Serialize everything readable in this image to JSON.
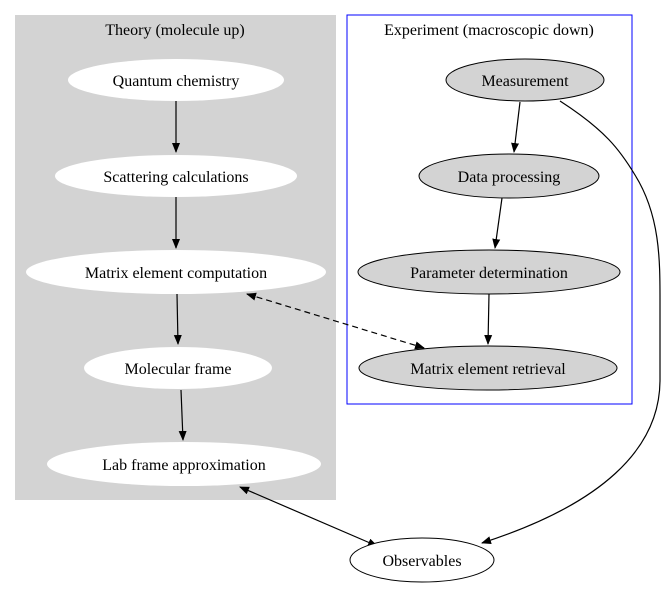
{
  "colors": {
    "cluster_theory_fill": "#d3d3d3",
    "cluster_experiment_stroke": "#0000ff",
    "node_white_fill": "#ffffff",
    "node_gray_fill": "#d3d3d3",
    "edge": "#000000"
  },
  "clusters": {
    "theory": {
      "label": "Theory (molecule up)"
    },
    "experiment": {
      "label": "Experiment (macroscopic down)"
    }
  },
  "nodes": {
    "quantum_chemistry": {
      "label": "Quantum chemistry"
    },
    "scattering_calculations": {
      "label": "Scattering calculations"
    },
    "matrix_element_computation": {
      "label": "Matrix element computation"
    },
    "molecular_frame": {
      "label": "Molecular frame"
    },
    "lab_frame_approximation": {
      "label": "Lab frame approximation"
    },
    "measurement": {
      "label": "Measurement"
    },
    "data_processing": {
      "label": "Data processing"
    },
    "parameter_determination": {
      "label": "Parameter determination"
    },
    "matrix_element_retrieval": {
      "label": "Matrix element retrieval"
    },
    "observables": {
      "label": "Observables"
    }
  },
  "edges": [
    {
      "from": "Quantum chemistry",
      "to": "Scattering calculations",
      "style": "solid"
    },
    {
      "from": "Scattering calculations",
      "to": "Matrix element computation",
      "style": "solid"
    },
    {
      "from": "Matrix element computation",
      "to": "Molecular frame",
      "style": "solid"
    },
    {
      "from": "Molecular frame",
      "to": "Lab frame approximation",
      "style": "solid"
    },
    {
      "from": "Measurement",
      "to": "Data processing",
      "style": "solid"
    },
    {
      "from": "Data processing",
      "to": "Parameter determination",
      "style": "solid"
    },
    {
      "from": "Parameter determination",
      "to": "Matrix element retrieval",
      "style": "solid"
    },
    {
      "from": "Matrix element computation",
      "to": "Matrix element retrieval",
      "style": "dashed",
      "direction": "both"
    },
    {
      "from": "Lab frame approximation",
      "to": "Observables",
      "style": "solid",
      "direction": "both"
    },
    {
      "from": "Measurement",
      "to": "Observables",
      "style": "solid"
    }
  ]
}
